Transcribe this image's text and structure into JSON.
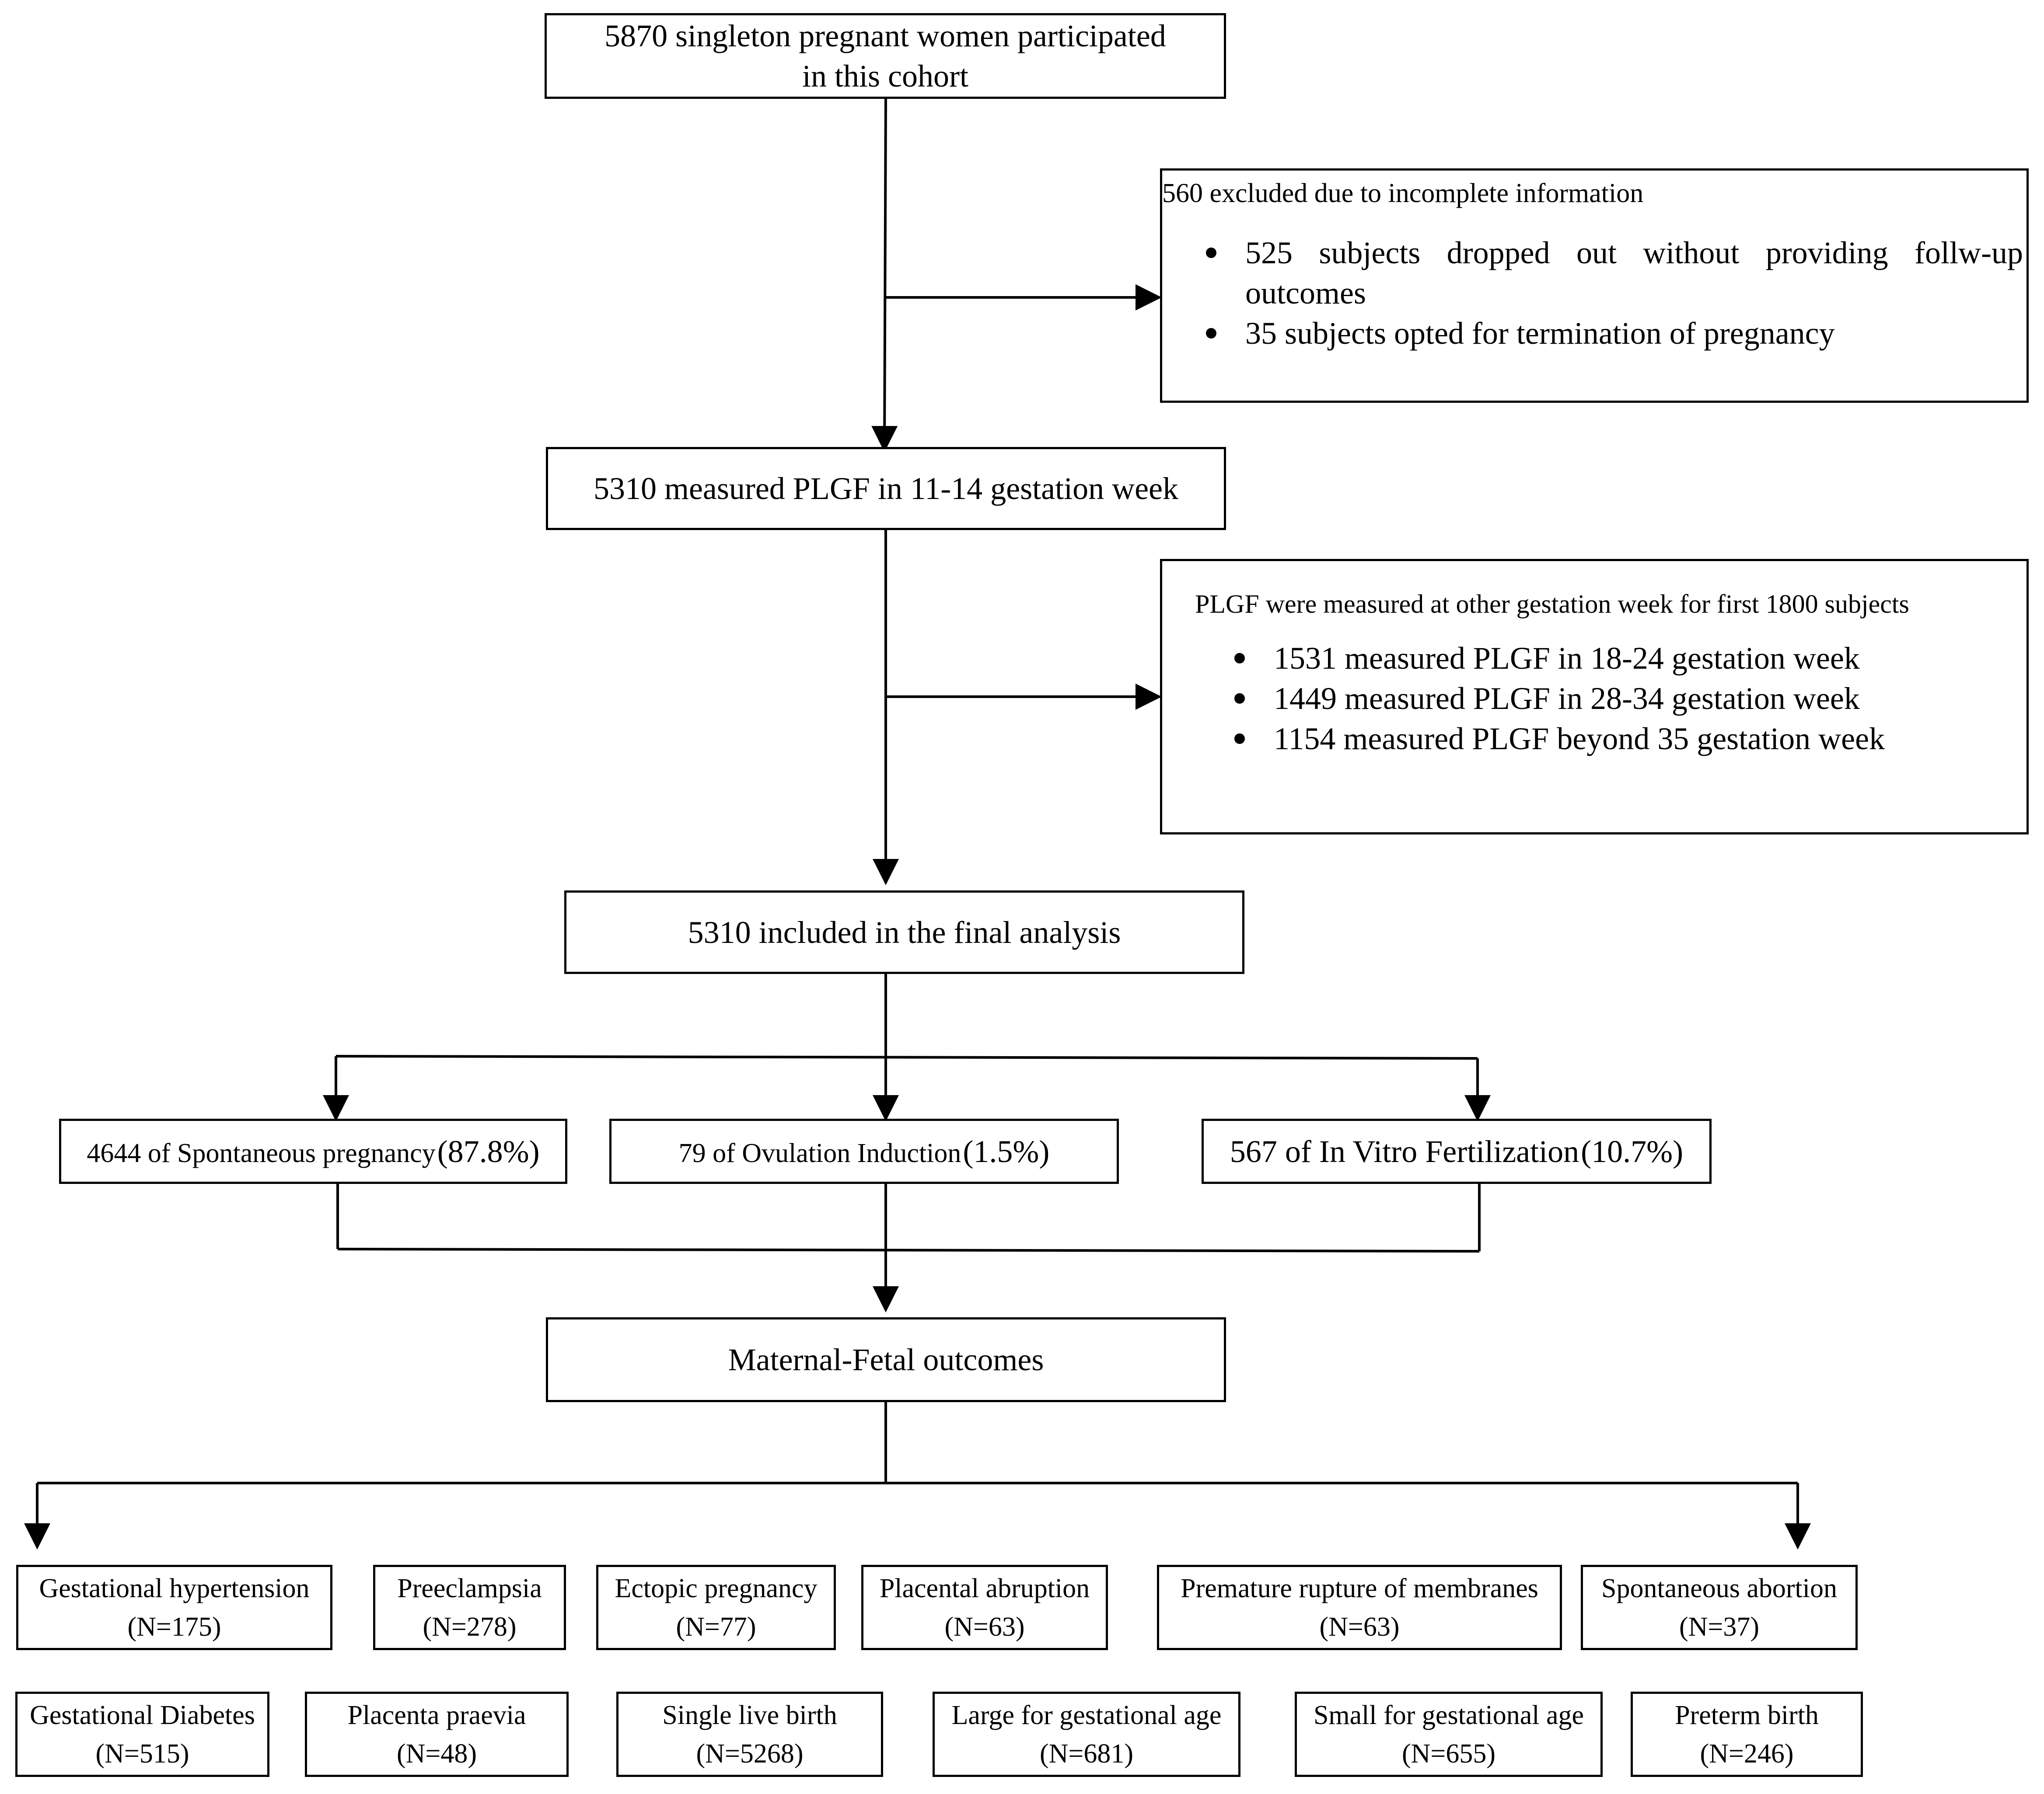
{
  "flow": {
    "start": [
      "5870 singleton pregnant women participated",
      "in this cohort"
    ],
    "exclusion": {
      "title": "560 excluded due to incomplete  information",
      "items": [
        "525 subjects dropped out without providing follw-up",
        "outcomes",
        "35 subjects opted for termination of pregnancy"
      ]
    },
    "measured": "5310 measured PLGF in 11-14 gestation week",
    "other_weeks": {
      "title": "PLGF were measured at other gestation week for first 1800 subjects",
      "items": [
        "1531 measured PLGF in 18-24 gestation week",
        "1449 measured PLGF in 28-34 gestation week",
        "1154 measured PLGF beyond 35 gestation week"
      ]
    },
    "final": "5310  included in the final analysis",
    "groups": [
      {
        "label": "4644 of Spontaneous pregnancy",
        "pct": "(87.8%)"
      },
      {
        "label": "79 of Ovulation Induction",
        "pct": "(1.5%)"
      },
      {
        "label": "567 of In Vitro Fertilization",
        "pct": "(10.7%)"
      }
    ],
    "outcomes_title": "Maternal-Fetal outcomes",
    "outcomes_row1": [
      {
        "name": "Gestational hypertension",
        "n": "(N=175)"
      },
      {
        "name": "Preeclampsia",
        "n": "(N=278)"
      },
      {
        "name": "Ectopic pregnancy",
        "n": "(N=77)"
      },
      {
        "name": "Placental abruption",
        "n": "(N=63)"
      },
      {
        "name": "Premature rupture of membranes",
        "n": "(N=63)"
      },
      {
        "name": "Spontaneous abortion",
        "n": "(N=37)"
      }
    ],
    "outcomes_row2": [
      {
        "name": "Gestational Diabetes",
        "n": "(N=515)"
      },
      {
        "name": "Placenta praevia",
        "n": "(N=48)"
      },
      {
        "name": "Single live birth",
        "n": "(N=5268)"
      },
      {
        "name": "Large for gestational age",
        "n": "(N=681)"
      },
      {
        "name": "Small for gestational age",
        "n": "(N=655)"
      },
      {
        "name": "Preterm birth",
        "n": "(N=246)"
      }
    ]
  },
  "colors": {
    "line": "#000000",
    "background": "#ffffff"
  }
}
